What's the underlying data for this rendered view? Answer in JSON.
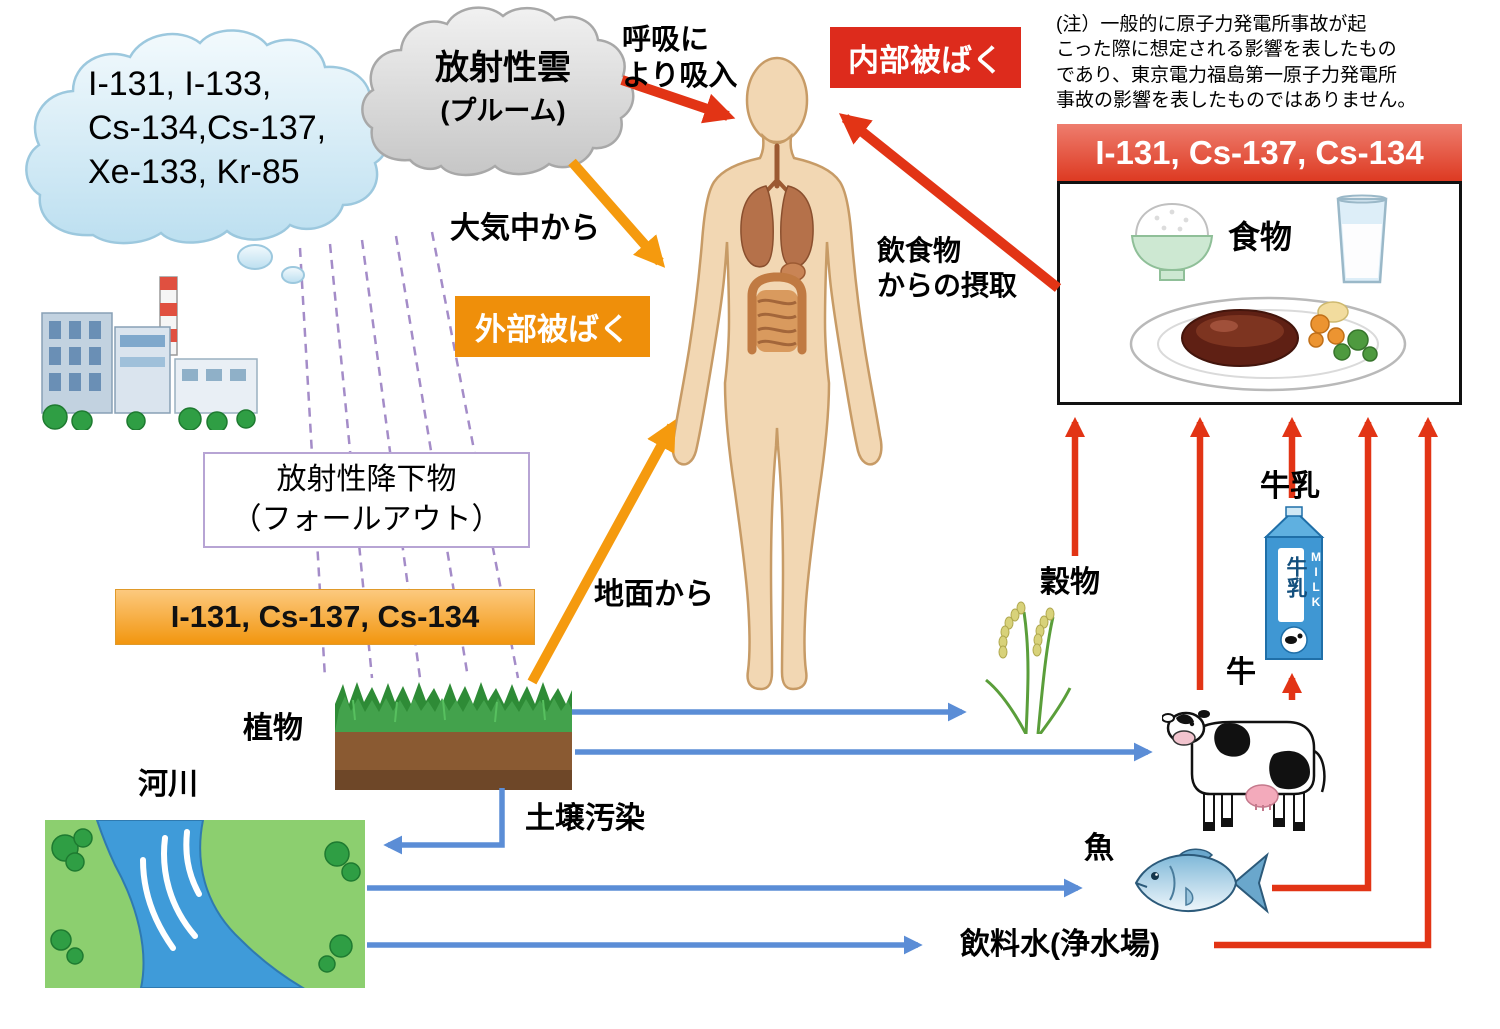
{
  "clouds": {
    "isotopes": "I-131, I-133,\nCs-134,Cs-137,\nXe-133, Kr-85",
    "plume_title": "放射性雲",
    "plume_sub": "(プルーム)"
  },
  "labels": {
    "inhalation": "呼吸に\nより吸入",
    "internal_exposure": "内部被ばく",
    "external_exposure": "外部被ばく",
    "from_atmosphere": "大気中から",
    "food_intake": "飲食物\nからの摂取",
    "from_ground": "地面から",
    "fallout": "放射性降下物\n（フォールアウト）",
    "ground_isotopes": "I-131, Cs-137, Cs-134",
    "plants": "植物",
    "river": "河川",
    "soil_contamination": "土壌汚染",
    "grain": "穀物",
    "milk": "牛乳",
    "cow": "牛",
    "fish": "魚",
    "drinking_water": "飲料水(浄水場)"
  },
  "note": "(注）一般的に原子力発電所事故が起\nこった際に想定される影響を表したもの\nであり、東京電力福島第一原子力発電所\n事故の影響を表したものではありません。",
  "food_box": {
    "isotopes": "I-131, Cs-137, Cs-134",
    "food_label": "食物"
  },
  "milk_carton": {
    "label": "牛乳",
    "milk_text": "MILK"
  },
  "colors": {
    "red_arrow": "#e23415",
    "orange_arrow": "#f59a0e",
    "blue_arrow": "#5b8dd6",
    "purple_dash": "#a48cc8"
  }
}
